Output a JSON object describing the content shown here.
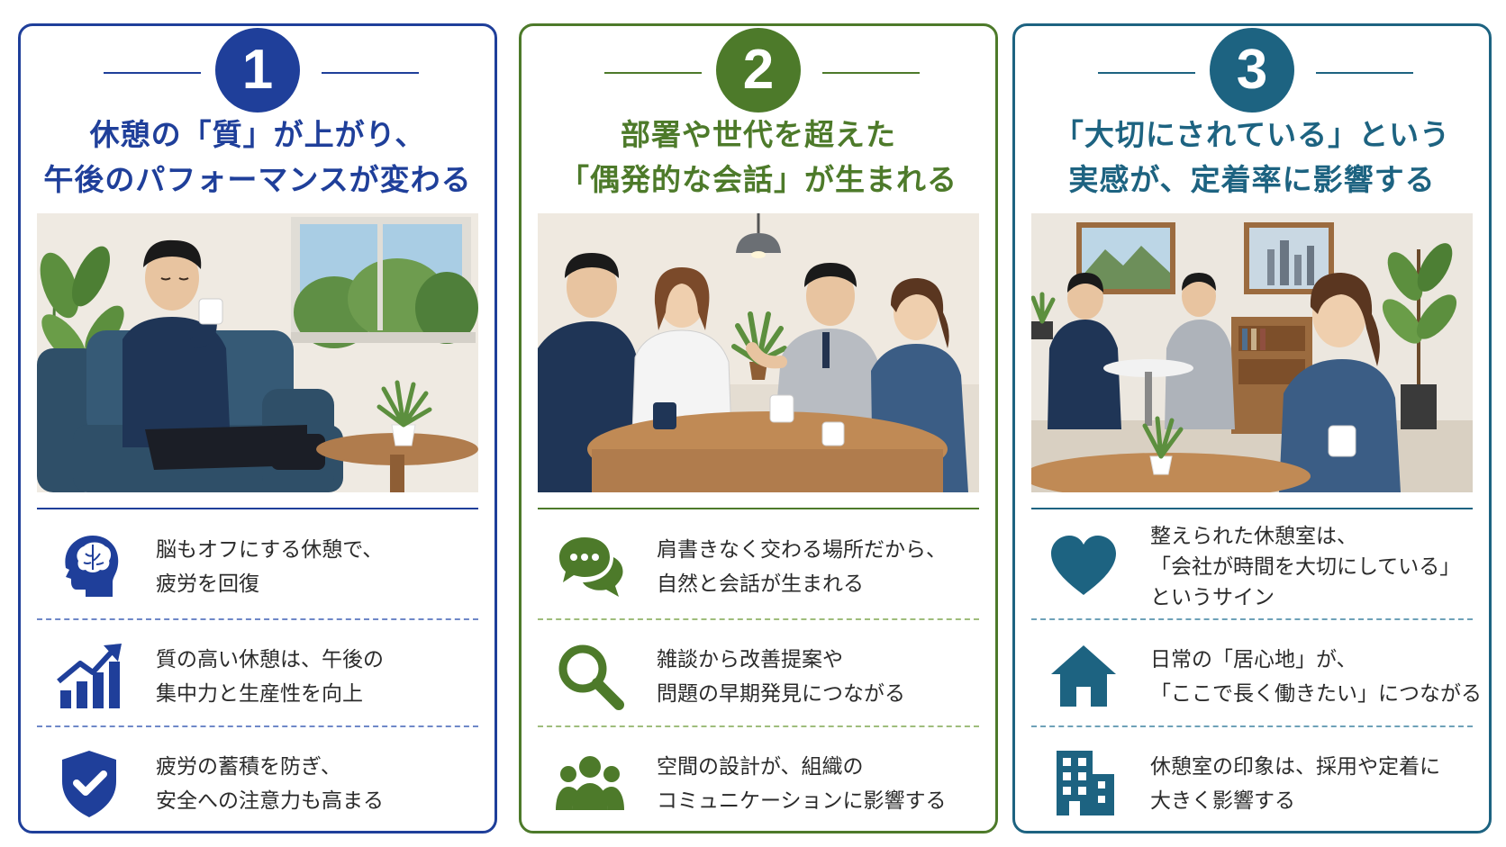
{
  "colors": {
    "panel1": "#1f3f9a",
    "panel2": "#4d7a2a",
    "panel3": "#1d6381"
  },
  "panels": [
    {
      "number": "1",
      "title_line1": "休憩の「質」が上がり、",
      "title_line2": "午後のパフォーマンスが変わる",
      "illustration": "man-relaxing-with-coffee",
      "items": [
        {
          "icon": "brain-head-icon",
          "line1": "脳もオフにする休憩で、",
          "line2": "疲労を回復"
        },
        {
          "icon": "growth-chart-icon",
          "line1": "質の高い休憩は、午後の",
          "line2": "集中力と生産性を向上"
        },
        {
          "icon": "shield-check-icon",
          "line1": "疲労の蓄積を防ぎ、",
          "line2": "安全への注意力も高まる"
        }
      ]
    },
    {
      "number": "2",
      "title_line1": "部署や世代を超えた",
      "title_line2": "「偶発的な会話」が生まれる",
      "illustration": "coworkers-talking-at-table",
      "items": [
        {
          "icon": "chat-bubbles-icon",
          "line1": "肩書きなく交わる場所だから、",
          "line2": "自然と会話が生まれる"
        },
        {
          "icon": "magnifier-icon",
          "line1": "雑談から改善提案や",
          "line2": "問題の早期発見につながる"
        },
        {
          "icon": "people-group-icon",
          "line1": "空間の設計が、組織の",
          "line2": "コミュニケーションに影響する"
        }
      ]
    },
    {
      "number": "3",
      "title_line1": "「大切にされている」という",
      "title_line2": "実感が、定着率に影響する",
      "illustration": "break-room-with-staff",
      "items": [
        {
          "icon": "heart-icon",
          "line1": "整えられた休憩室は、",
          "line2": "「会社が時間を大切にしている」",
          "line3": "というサイン"
        },
        {
          "icon": "house-icon",
          "line1": "日常の「居心地」が、",
          "line2": "「ここで長く働きたい」につながる"
        },
        {
          "icon": "office-building-icon",
          "line1": "休憩室の印象は、採用や定着に",
          "line2": "大きく影響する"
        }
      ]
    }
  ]
}
